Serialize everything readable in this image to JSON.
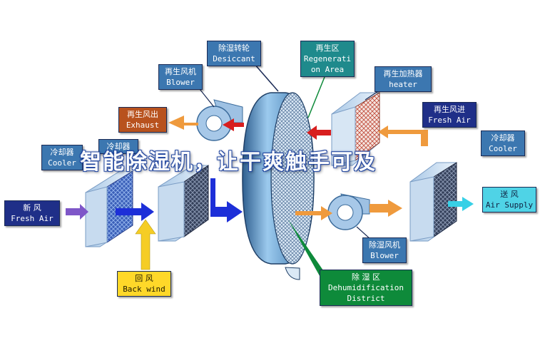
{
  "labels": {
    "desiccant": {
      "zh": "除湿转轮",
      "en": "Desiccant"
    },
    "regen_area": {
      "zh": "再生区",
      "en1": "Regenerati",
      "en2": "on Area"
    },
    "regen_blower": {
      "zh": "再生风机",
      "en": "Blower"
    },
    "regen_heater": {
      "zh": "再生加热器",
      "en": "heater"
    },
    "exhaust": {
      "zh": "再生风出",
      "en": "Exhaust"
    },
    "regen_fresh_air": {
      "zh": "再生风进",
      "en": "Fresh Air"
    },
    "cooler_left": {
      "zh": "冷却器",
      "en": "Cooler"
    },
    "cooler_left2": {
      "zh": "冷却器"
    },
    "cooler_right": {
      "zh": "冷却器",
      "en": "Cooler"
    },
    "fresh_air": {
      "zh": "新    风",
      "en": "Fresh Air"
    },
    "air_supply": {
      "zh": "送  风",
      "en": "Air Supply"
    },
    "dehum_blower": {
      "zh": "除湿风机",
      "en": "Blower"
    },
    "back_wind": {
      "zh": "回    风",
      "en": "Back wind"
    },
    "dehum_district": {
      "zh": "除    湿    区",
      "en1": "Dehumidification",
      "en2": "District"
    }
  },
  "overlay_title": "智能除湿机，让干爽触手可及",
  "colors": {
    "wheel": "#7fb2dc",
    "arrow_blue": "#1d2fd8",
    "arrow_red": "#d81e1e",
    "arrow_orange": "#ef9a3d",
    "arrow_yellow": "#f5cd25",
    "arrow_purple": "#7e56c8",
    "arrow_cyan": "#37d0e6",
    "arrow_green": "#0e8a3a"
  }
}
